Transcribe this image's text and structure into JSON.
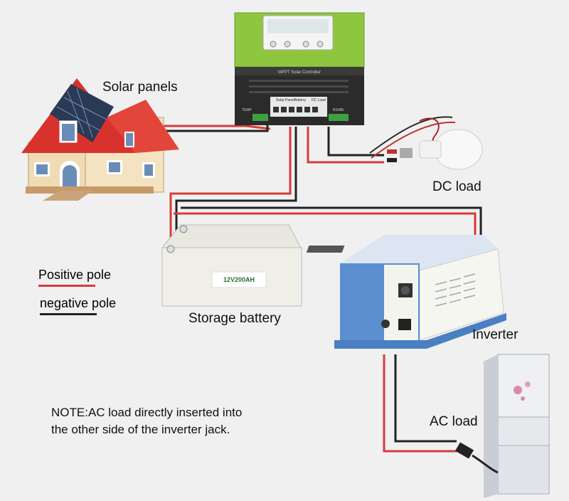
{
  "labels": {
    "solar_panels": "Solar panels",
    "dc_load": "DC load",
    "storage_battery": "Storage battery",
    "inverter": "Inverter",
    "ac_load": "AC load"
  },
  "legend": {
    "positive": "Positive pole",
    "negative": "negative pole",
    "positive_color": "#d83a3a",
    "negative_color": "#222222"
  },
  "note": {
    "line1": "NOTE:AC load directly inserted into",
    "line2": "the other side of the inverter jack."
  },
  "controller": {
    "title": "MPPT Solar Controller",
    "temp": "TEMP",
    "solar_panel": "Solar Panel",
    "battery": "Battery",
    "dc_load": "DC Load",
    "rs485": "RS485"
  },
  "battery_label": {
    "model": "12V200AH"
  },
  "colors": {
    "controller_green": "#8fc63f",
    "controller_body": "#2b2b2b",
    "inverter_blue": "#5b8fd0",
    "roof_red": "#d8322c",
    "wall_cream": "#efdcb4"
  }
}
